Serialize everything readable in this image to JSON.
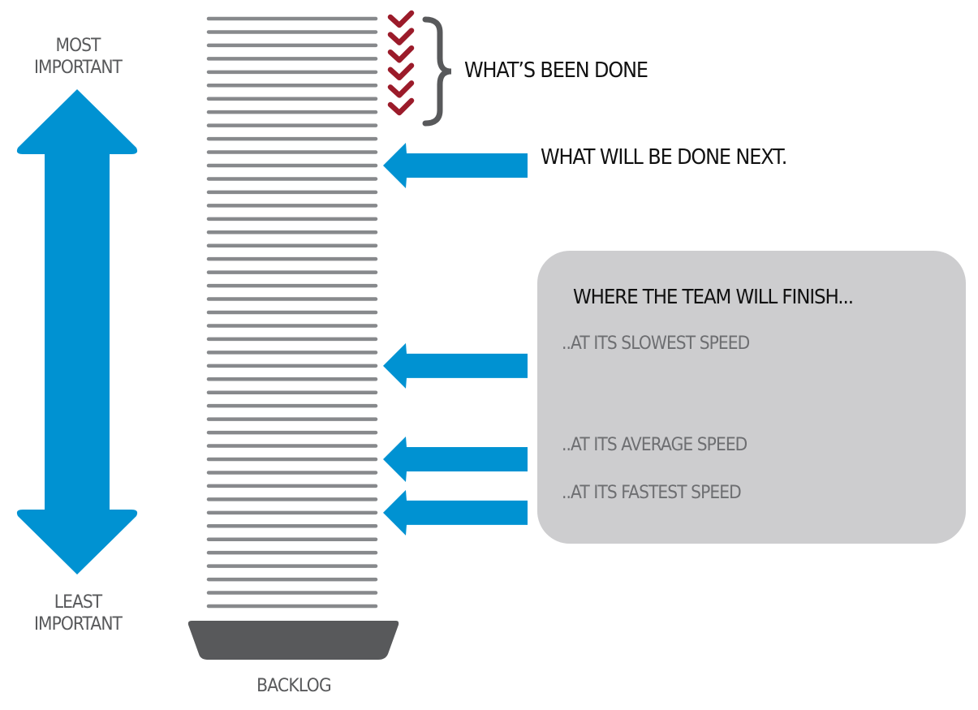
{
  "colors": {
    "accent_blue": "#0092d2",
    "line_gray": "#87898c",
    "check_red": "#9b1b2a",
    "dark_gray": "#58595b",
    "box_gray": "#cdcdcf"
  },
  "priority_axis": {
    "top_label_line1": "MOST",
    "top_label_line2": "IMPORTANT",
    "bottom_label_line1": "LEAST",
    "bottom_label_line2": "IMPORTANT",
    "icon": "double-arrow-vertical-icon"
  },
  "backlog": {
    "label": "BACKLOG",
    "item_count": 45,
    "done_count": 6
  },
  "annotations": {
    "done_label": "WHAT’S BEEN DONE",
    "next_label": "WHAT WILL BE DONE NEXT."
  },
  "finish_box": {
    "title": "WHERE THE TEAM WILL FINISH...",
    "items": [
      {
        "label": "..AT ITS SLOWEST SPEED",
        "backlog_item": 26
      },
      {
        "label": "..AT ITS AVERAGE SPEED",
        "backlog_item": 33
      },
      {
        "label": "..AT ITS FASTEST SPEED",
        "backlog_item": 37
      }
    ],
    "next_backlog_item": 11
  }
}
